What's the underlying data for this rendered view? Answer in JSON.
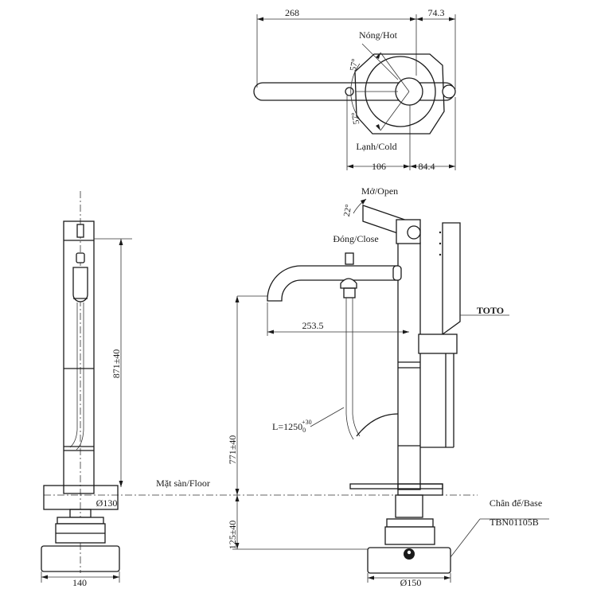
{
  "top_view": {
    "dim_left": "268",
    "dim_right": "74.3",
    "label_hot": "Nóng/Hot",
    "label_cold": "Lạnh/Cold",
    "angle_hot": "57°",
    "angle_cold": "57°",
    "dim_bottom_left": "106",
    "dim_bottom_right": "84.4"
  },
  "front_view": {
    "label_open": "Mở/Open",
    "label_close": "Đóng/Close",
    "angle_open": "22°",
    "spout_reach": "253.5",
    "hose_length_prefix": "L=1250",
    "hose_length_sub": "0",
    "hose_length_sup": "+30",
    "height_above_floor": "771±40",
    "height_below_floor": "125±40",
    "brand_label": "TOTO",
    "base_label_line1": "Chân đế/Base",
    "base_label_line2": "TBN01105B",
    "base_diameter": "Ø150"
  },
  "side_view": {
    "height_total": "871±40",
    "plate_diameter": "Ø130",
    "base_width": "140"
  },
  "floor_label": "Mặt sàn/Floor"
}
